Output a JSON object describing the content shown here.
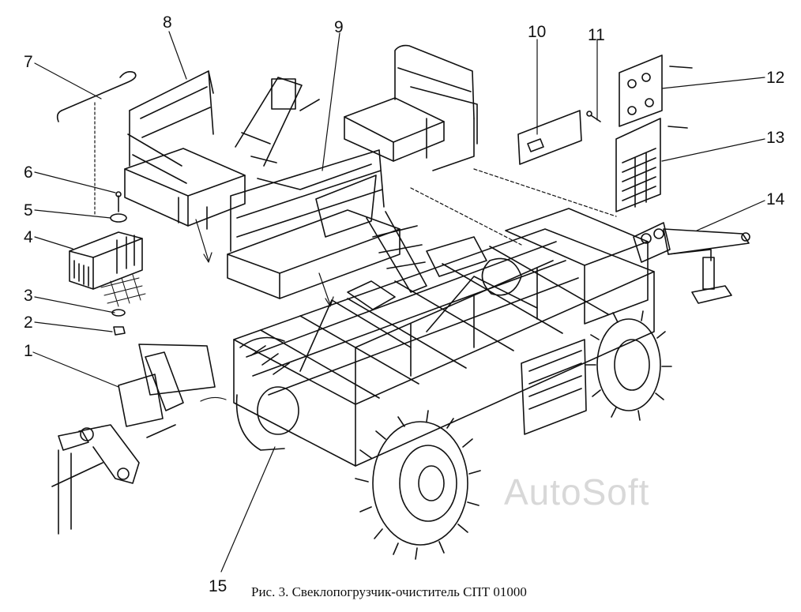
{
  "figure": {
    "caption": "Рис. 3. Свеклопогрузчик-очиститель СПТ 01000",
    "watermark": "AutoSoft",
    "callouts": [
      "1",
      "2",
      "3",
      "4",
      "5",
      "6",
      "7",
      "8",
      "9",
      "10",
      "11",
      "12",
      "13",
      "14",
      "15"
    ]
  },
  "colors": {
    "ink": "#111111",
    "paper": "#ffffff",
    "watermark": "#d8d8d8"
  }
}
